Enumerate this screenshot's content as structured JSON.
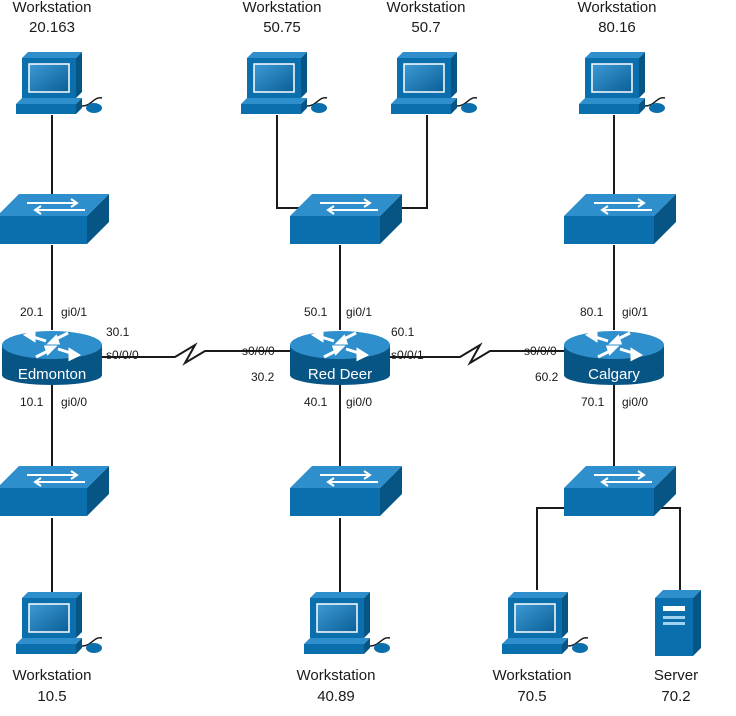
{
  "colors": {
    "device_blue": "#0b6fad",
    "device_dark": "#075584",
    "device_light": "#2e8fcc",
    "line": "#1a1a1a"
  },
  "workstations": {
    "w20163": {
      "type": "Workstation",
      "addr": "20.163"
    },
    "w5075": {
      "type": "Workstation",
      "addr": "50.75"
    },
    "w507": {
      "type": "Workstation",
      "addr": "50.7"
    },
    "w8016": {
      "type": "Workstation",
      "addr": "80.16"
    },
    "w105": {
      "type": "Workstation",
      "addr": "10.5"
    },
    "w4089": {
      "type": "Workstation",
      "addr": "40.89"
    },
    "w705": {
      "type": "Workstation",
      "addr": "70.5"
    }
  },
  "server": {
    "type": "Server",
    "addr": "70.2"
  },
  "routers": {
    "edmonton": {
      "name": "Edmonton",
      "lan_top_ip": "20.1",
      "lan_top_port": "gi0/1",
      "lan_bottom_ip": "10.1",
      "lan_bottom_port": "gi0/0",
      "wan_ip": "30.1",
      "wan_port": "s0/0/0"
    },
    "reddeer": {
      "name": "Red Deer",
      "lan_top_ip": "50.1",
      "lan_top_port": "gi0/1",
      "lan_bottom_ip": "40.1",
      "lan_bottom_port": "gi0/0",
      "wan_left_port": "s0/0/0",
      "wan_left_ip": "30.2",
      "wan_right_ip": "60.1",
      "wan_right_port": "s0/0/1"
    },
    "calgary": {
      "name": "Calgary",
      "lan_top_ip": "80.1",
      "lan_top_port": "gi0/1",
      "lan_bottom_ip": "70.1",
      "lan_bottom_port": "gi0/0",
      "wan_port": "s0/0/0",
      "wan_ip": "60.2"
    }
  }
}
